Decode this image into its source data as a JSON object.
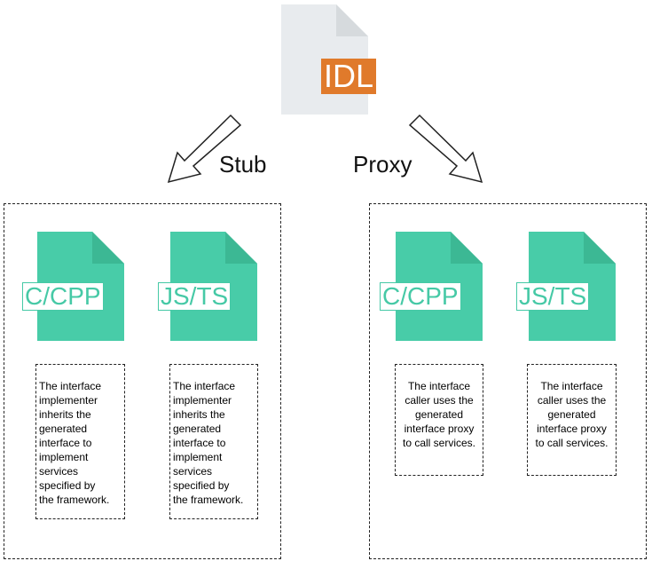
{
  "idl": {
    "badge": "IDL"
  },
  "arrows": {
    "stub_label": "Stub",
    "proxy_label": "Proxy"
  },
  "stub": {
    "cpp": {
      "badge": "C/CPP",
      "note": "The interface\nimplementer\ninherits the\ngenerated\ninterface to\nimplement\nservices\nspecified by\nthe framework."
    },
    "js": {
      "badge": "JS/TS",
      "note": "The interface\nimplementer\ninherits the\ngenerated\ninterface to\nimplement\nservices\nspecified by\nthe framework."
    }
  },
  "proxy": {
    "cpp": {
      "badge": "C/CPP",
      "note": "The interface\ncaller uses the\ngenerated\ninterface proxy\nto call services."
    },
    "js": {
      "badge": "JS/TS",
      "note": "The interface\ncaller uses the\ngenerated\ninterface proxy\nto call services."
    }
  },
  "colors": {
    "file_gray": "#e8ebee",
    "file_gray_fold": "#d6dadd",
    "file_green": "#48cca8",
    "file_green_fold": "#3cb894",
    "idl_orange": "#e07a2b"
  }
}
